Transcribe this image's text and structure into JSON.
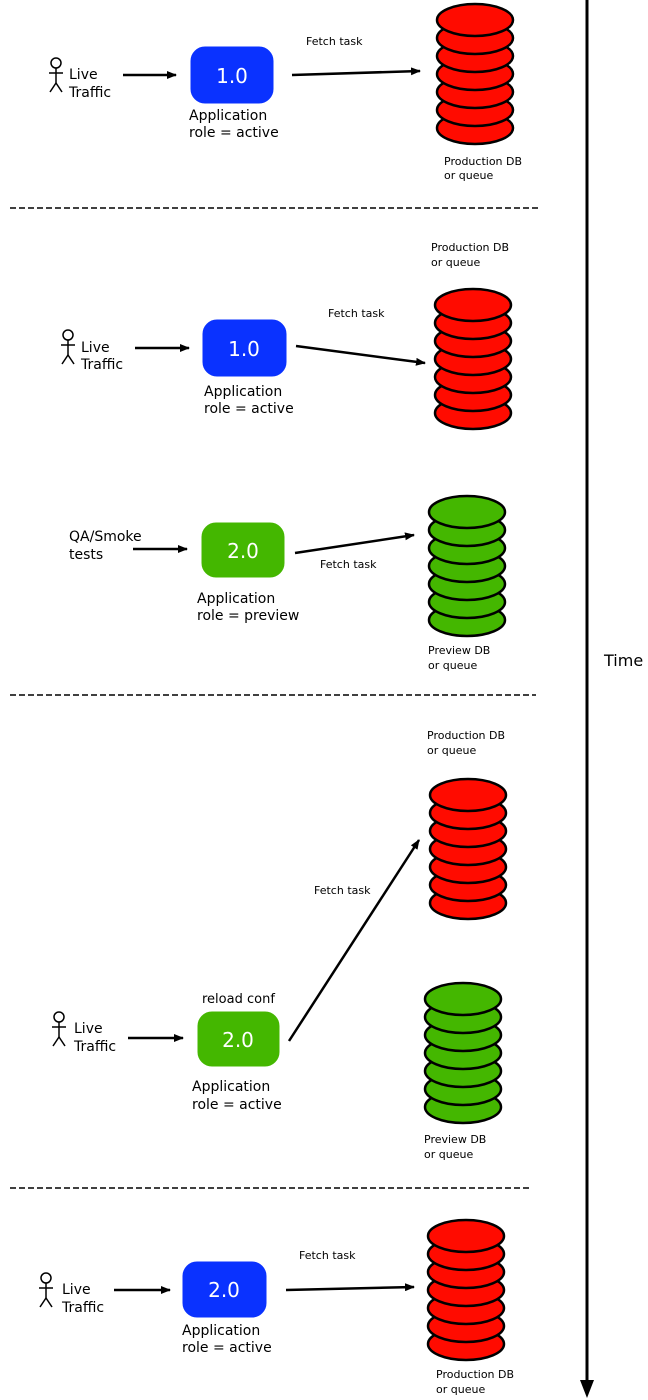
{
  "colors": {
    "blue": "#0a32ff",
    "green": "#44b700",
    "red": "#ff0b00"
  },
  "axis": {
    "label": "Time"
  },
  "sections": [
    {
      "source": {
        "line1": "Live",
        "line2": "Traffic",
        "actor": true
      },
      "app": {
        "version": "1.0",
        "color": "blue",
        "line1": "Application",
        "line2": "role = active"
      },
      "fetch": "Fetch task",
      "dbs": [
        {
          "line1": "Production DB",
          "line2": "or queue",
          "color": "red"
        }
      ]
    },
    {
      "rows": [
        {
          "source": {
            "line1": "Live",
            "line2": "Traffic",
            "actor": true
          },
          "app": {
            "version": "1.0",
            "color": "blue",
            "line1": "Application",
            "line2": "role = active"
          },
          "fetch": "Fetch task",
          "db": {
            "line1": "Production DB",
            "line2": "or queue",
            "color": "red"
          }
        },
        {
          "source": {
            "line1": "QA/Smoke",
            "line2": "tests",
            "actor": false
          },
          "app": {
            "version": "2.0",
            "color": "green",
            "line1": "Application",
            "line2": "role = preview"
          },
          "fetch": "Fetch task",
          "db": {
            "line1": "Preview DB",
            "line2": "or queue",
            "color": "green"
          }
        }
      ]
    },
    {
      "source": {
        "line1": "Live",
        "line2": "Traffic",
        "actor": true
      },
      "note": "reload conf",
      "app": {
        "version": "2.0",
        "color": "green",
        "line1": "Application",
        "line2": "role = active"
      },
      "fetch": "Fetch task",
      "dbs": [
        {
          "line1": "Production DB",
          "line2": "or queue",
          "color": "red"
        },
        {
          "line1": "Preview DB",
          "line2": "or queue",
          "color": "green"
        }
      ]
    },
    {
      "source": {
        "line1": "Live",
        "line2": "Traffic",
        "actor": true
      },
      "app": {
        "version": "2.0",
        "color": "blue",
        "line1": "Application",
        "line2": "role = active"
      },
      "fetch": "Fetch task",
      "dbs": [
        {
          "line1": "Production DB",
          "line2": "or queue",
          "color": "red"
        }
      ]
    }
  ]
}
